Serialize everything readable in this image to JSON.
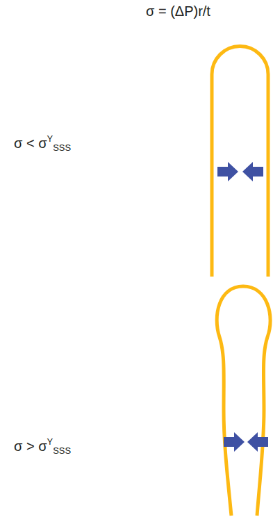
{
  "diagram": {
    "labels": [
      "σ = (ΔP)r/t",
      "σ < σ",
      "Y",
      "SSS",
      "σ > σ",
      "Y",
      "SSS"
    ]
  }
}
